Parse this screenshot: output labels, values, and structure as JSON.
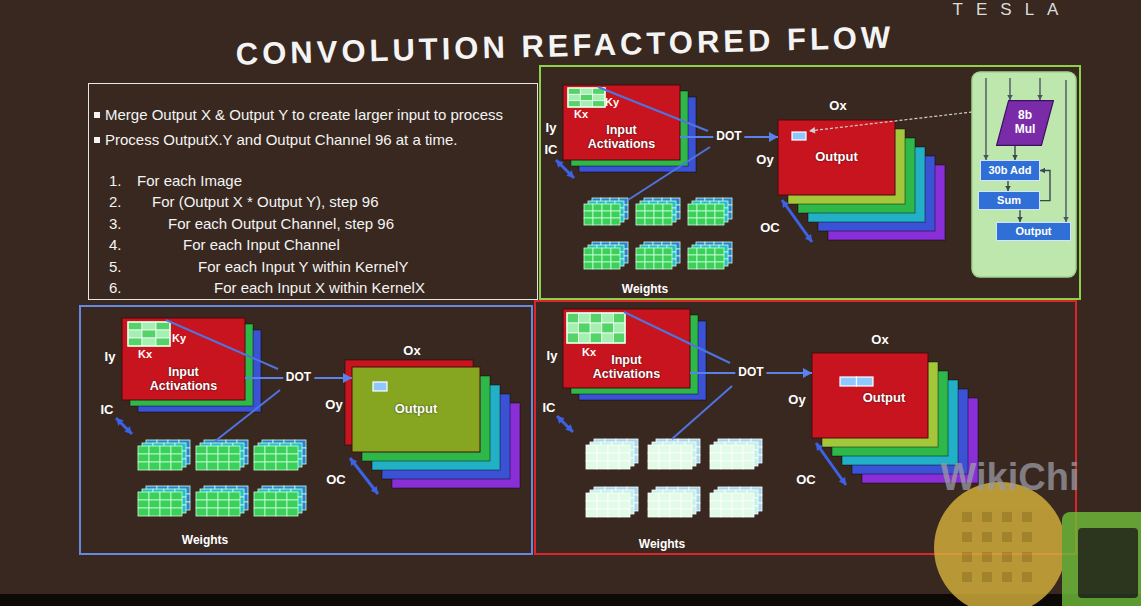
{
  "diagram": {
    "title": "CONVOLUTION REFACTORED FLOW",
    "nodes": [
      {
        "text": [
          "Merge Output X & Output Y to create larger input to process",
          "Process OutputX.Y and Output Channel 96 at a time.",
          "1.",
          "For each Image",
          "2.",
          "For (Output X * Output Y), step 96",
          "3.",
          "For each Output Channel, step 96",
          "4.",
          "For each Input Channel",
          "5.",
          "For each Input Y within KernelY",
          "6.",
          "For each Input X within KernelX"
        ]
      },
      {
        "text": [
          "Input Activations"
        ]
      },
      {
        "text": [
          "Output"
        ]
      },
      {
        "text": [
          "8b Mul"
        ]
      },
      {
        "text": [
          "30b Add"
        ]
      },
      {
        "text": [
          "Sum"
        ]
      },
      {
        "text": [
          "Output"
        ]
      },
      {
        "text": [
          "Input Activations"
        ]
      },
      {
        "text": [
          "Output"
        ]
      },
      {
        "text": [
          "Input Activations"
        ]
      },
      {
        "text": [
          "Output"
        ]
      }
    ],
    "edges": [
      {
        "from": 1,
        "to": 2,
        "label": "DOT",
        "arrow": "to"
      },
      {
        "from": 3,
        "to": 4,
        "arrow": "to"
      },
      {
        "from": 4,
        "to": 5,
        "arrow": "to"
      },
      {
        "from": 5,
        "to": 6,
        "arrow": "to"
      },
      {
        "from": 5,
        "to": 4,
        "arrow": "to"
      },
      {
        "from": 7,
        "to": 8,
        "label": "DOT",
        "arrow": "to"
      },
      {
        "from": 9,
        "to": 10,
        "label": "DOT",
        "arrow": "to"
      }
    ],
    "labels": [
      "TESLA",
      "Ky",
      "Kx",
      "Iy",
      "IC",
      "Ox",
      "Oy",
      "OC",
      "Weights",
      "Ky",
      "Kx",
      "Iy",
      "IC",
      "Ox",
      "Oy",
      "OC",
      "Weights",
      "Kx",
      "Iy",
      "IC",
      "Ox",
      "Oy",
      "OC",
      "Weights",
      "WikiChi"
    ]
  }
}
